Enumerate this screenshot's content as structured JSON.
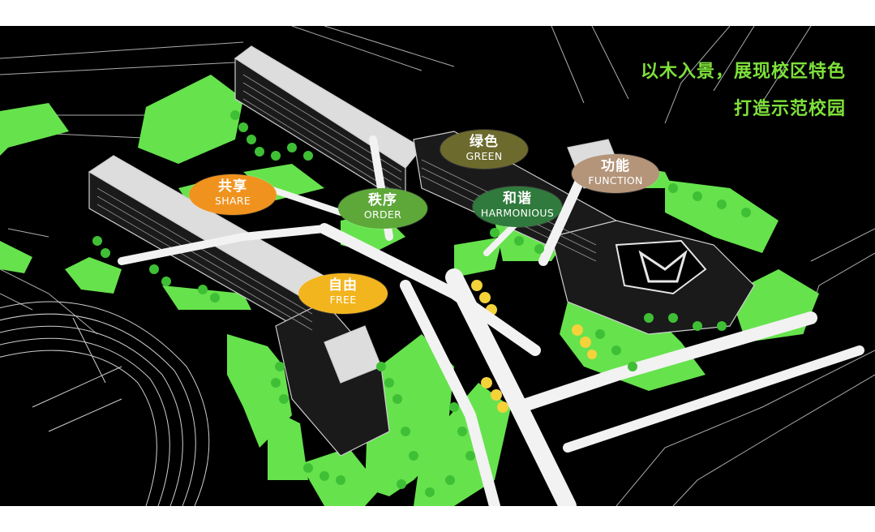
{
  "headline": {
    "line1": "以木入景，展现校区特色",
    "line2": "打造示范校园"
  },
  "tags": [
    {
      "id": "share",
      "cn": "共享",
      "en": "SHARE",
      "color": "#f0931e"
    },
    {
      "id": "order",
      "cn": "秩序",
      "en": "ORDER",
      "color": "#5ea83a"
    },
    {
      "id": "green",
      "cn": "绿色",
      "en": "GREEN",
      "color": "#6d6a2e"
    },
    {
      "id": "harmonious",
      "cn": "和谐",
      "en": "HARMONIOUS",
      "color": "#2f7a3c"
    },
    {
      "id": "function",
      "cn": "功能",
      "en": "FUNCTION",
      "color": "#b4957a"
    },
    {
      "id": "free",
      "cn": "自由",
      "en": "FREE",
      "color": "#f3b51e"
    }
  ],
  "colors": {
    "background": "#000000",
    "lawn": "#66e24d",
    "tree": "#3fbf35",
    "road": "#f2f2f2",
    "building": "#1a1a1a",
    "headline": "#7ee13a",
    "plaza_yellow": "#f4d23a"
  }
}
